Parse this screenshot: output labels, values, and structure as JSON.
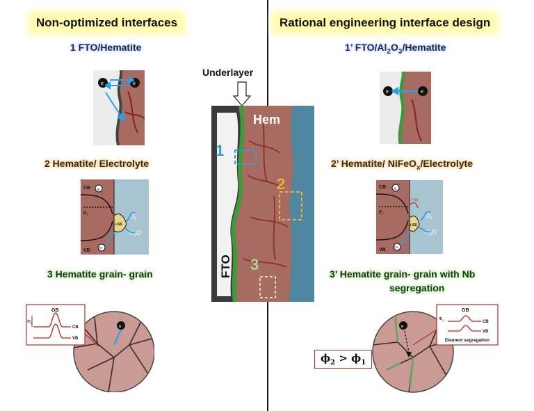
{
  "left": {
    "title": "Non-optimized interfaces",
    "item1": "1 FTO/Hematite",
    "item2": "2 Hematite/ Electrolyte",
    "item3": "3 Hematite grain- grain"
  },
  "right": {
    "title": "Rational engineering interface design",
    "item1_pre": "1’ FTO/Al",
    "item1_sub1": "2",
    "item1_mid": "O",
    "item1_sub2": "3",
    "item1_post": "/Hematite",
    "item2_pre": "2’ Hematite/ NiFeO",
    "item2_sub": "x",
    "item2_post": "/Electrolyte",
    "item3_line1": "3’ Hematite grain- grain with Nb",
    "item3_line2": "segregation"
  },
  "center": {
    "underlayer_label": "Underlayer",
    "hem_label": "Hem",
    "fto_label": "FTO",
    "marker1": "1",
    "marker2": "2",
    "marker3": "3"
  },
  "band": {
    "cb": "CB",
    "vb": "VB",
    "ef": "E",
    "ef_sub": "f",
    "ss": "i-SS",
    "ss_right": "i-SS",
    "rss": "r-SS",
    "o2": "O",
    "o2_sub": "2",
    "h2o": "H",
    "h2o_sub": "2",
    "h2o_o": "O",
    "hole": "h+",
    "electron": "e"
  },
  "gb": {
    "gb": "GB",
    "cb": "CB",
    "vb": "VB",
    "phi2": "Φ",
    "phi2_sub": "2",
    "phi1": "Φ",
    "phi1_sub": "1",
    "segregation": "Element segregation"
  },
  "inequality": {
    "lhs": "ϕ",
    "lhs_sub": "2",
    "op": " > ",
    "rhs": "ϕ",
    "rhs_sub": "1"
  },
  "colors": {
    "hematite": "#a86b62",
    "electrolyte": "#4f86a0",
    "underlayer": "#3f9a3a",
    "gb_line": "#b0272a",
    "arrow": "#2aa0e6",
    "header_bg": "#fffbb0"
  }
}
